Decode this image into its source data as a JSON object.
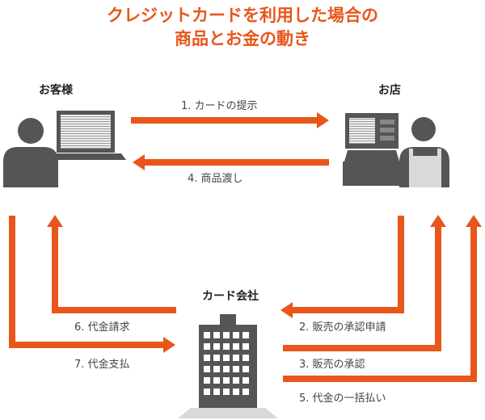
{
  "title": {
    "line1": "クレジットカードを利用した場合の",
    "line2": "商品とお金の動き"
  },
  "nodes": {
    "customer": "お客様",
    "store": "お店",
    "card_company": "カード会社"
  },
  "steps": {
    "s1": "1. カードの提示",
    "s2": "2. 販売の承認申請",
    "s3": "3. 販売の承認",
    "s4": "4. 商品渡し",
    "s5": "5. 代金の一括払い",
    "s6": "6. 代金請求",
    "s7": "7. 代金支払"
  },
  "colors": {
    "accent": "#e8561a",
    "figure": "#555555",
    "text": "#444444"
  }
}
